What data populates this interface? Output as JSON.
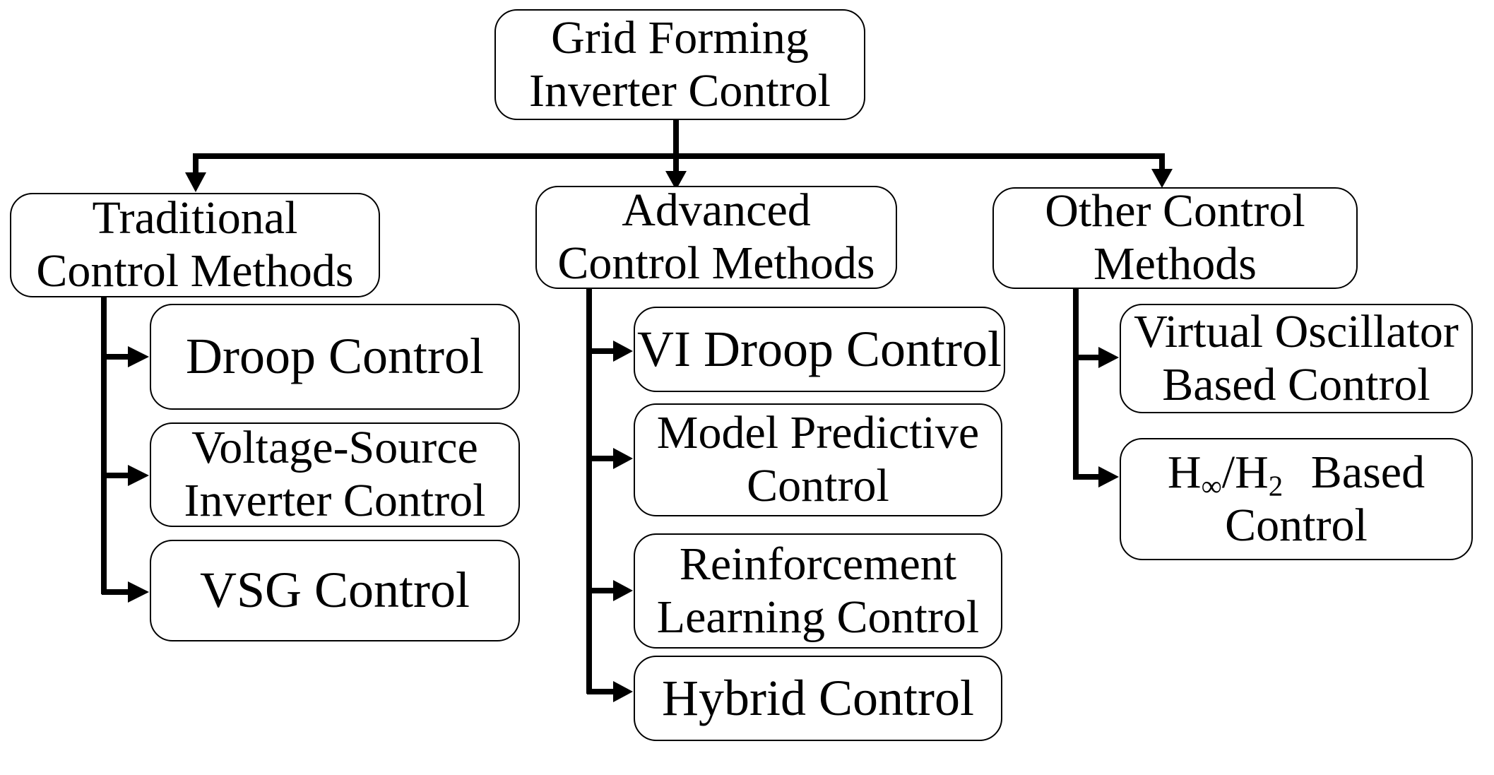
{
  "nodes": {
    "root": {
      "label": "Grid Forming\nInverter Control"
    },
    "traditional": {
      "label": "Traditional\nControl Methods"
    },
    "advanced": {
      "label": "Advanced\nControl Methods"
    },
    "other": {
      "label": "Other Control\nMethods"
    },
    "droop": {
      "label": "Droop Control"
    },
    "vsi": {
      "label": "Voltage-Source\nInverter Control"
    },
    "vsg": {
      "label": "VSG Control"
    },
    "vi_droop": {
      "label": "VI Droop Control"
    },
    "mpc": {
      "label": "Model Predictive\nControl"
    },
    "rl": {
      "label": "Reinforcement\nLearning Control"
    },
    "hybrid": {
      "label": "Hybrid Control"
    },
    "vo": {
      "label": "Virtual Oscillator\nBased Control"
    },
    "hinf": {
      "h1": "H",
      "sub1": "∞",
      "slash": "/",
      "h2": "H",
      "sub2": "2",
      "based": "Based",
      "line2": "Control"
    }
  },
  "colors": {
    "ink": "#000000",
    "background": "#ffffff"
  }
}
